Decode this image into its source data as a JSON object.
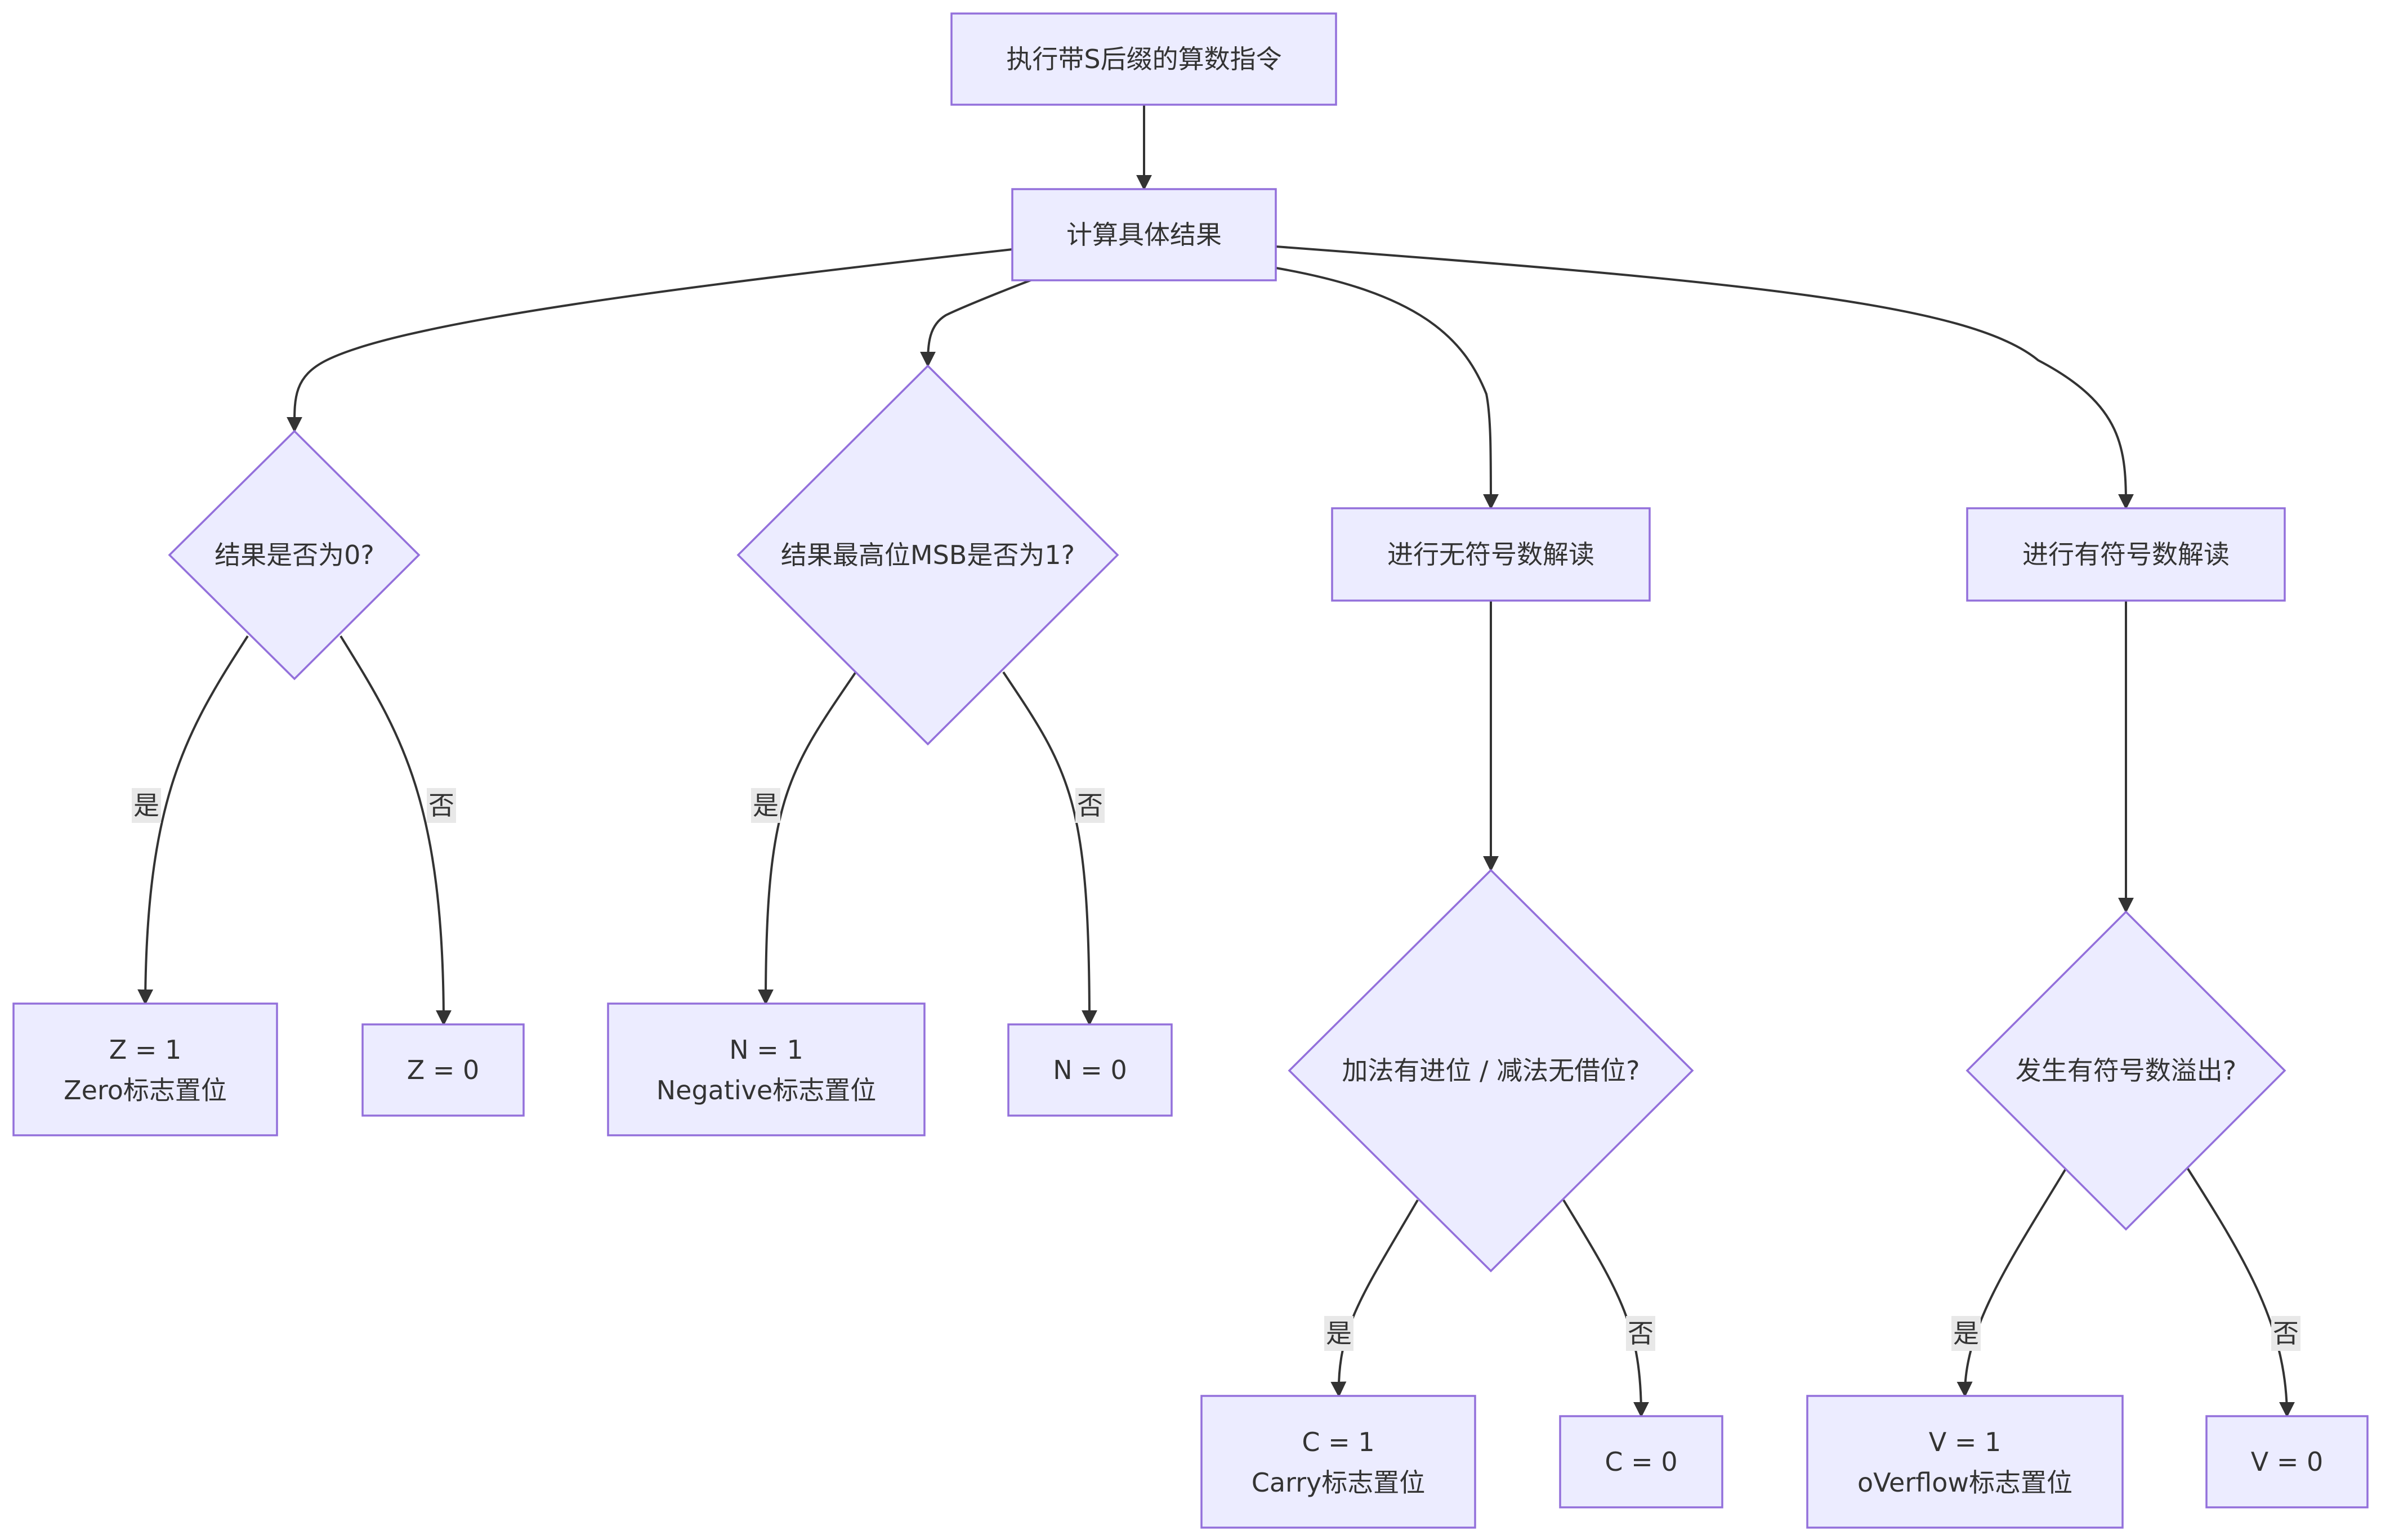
{
  "nodes": {
    "start": "执行带S后缀的算数指令",
    "calc": "计算具体结果",
    "zero_q": "结果是否为0?",
    "msb_q": "结果最高位MSB是否为1?",
    "unsigned": "进行无符号数解读",
    "signed": "进行有符号数解读",
    "z1_line1": "Z = 1",
    "z1_line2": "Zero标志置位",
    "z0": "Z = 0",
    "n1_line1": "N = 1",
    "n1_line2": "Negative标志置位",
    "n0": "N = 0",
    "carry_q": "加法有进位 / 减法无借位?",
    "overflow_q": "发生有符号数溢出?",
    "c1_line1": "C = 1",
    "c1_line2": "Carry标志置位",
    "c0": "C = 0",
    "v1_line1": "V = 1",
    "v1_line2": "oVerflow标志置位",
    "v0": "V = 0"
  },
  "edge_labels": {
    "yes": "是",
    "no": "否"
  }
}
